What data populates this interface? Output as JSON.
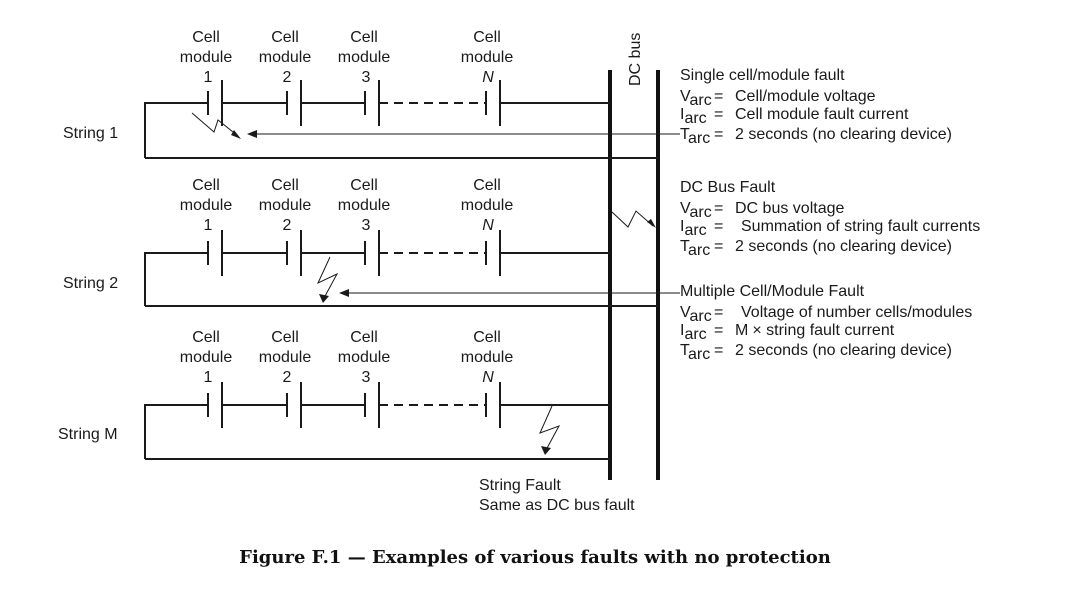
{
  "cell_label": {
    "line1": "Cell",
    "line2": "module"
  },
  "cells": [
    "1",
    "2",
    "3",
    "N"
  ],
  "dc_bus_label": "DC bus",
  "strings": [
    {
      "prefix": "String ",
      "suffix": "1",
      "suffix_italic": false
    },
    {
      "prefix": "String ",
      "suffix": "2",
      "suffix_italic": false
    },
    {
      "prefix": "String ",
      "suffix": "M",
      "suffix_italic": true
    }
  ],
  "faults": [
    {
      "title": "Single cell/module fault",
      "lines": [
        {
          "sym": "V",
          "sub": "arc",
          "eq": "=",
          "text": "Cell/module voltage"
        },
        {
          "sym": "I",
          "sub": "arc",
          "eq": "=",
          "text": "Cell module fault current"
        },
        {
          "sym": "T",
          "sub": "arc",
          "eq": "=",
          "text": "2 seconds (no clearing device)"
        }
      ]
    },
    {
      "title": "DC Bus Fault",
      "lines": [
        {
          "sym": "V",
          "sub": "arc",
          "eq": "=",
          "text": "DC bus voltage"
        },
        {
          "sym": "I",
          "sub": "arc",
          "eq": "=",
          "text": "Summation of string fault currents"
        },
        {
          "sym": "T",
          "sub": "arc",
          "eq": "=",
          "text": "2 seconds (no clearing device)"
        }
      ]
    },
    {
      "title": "Multiple Cell/Module Fault",
      "lines": [
        {
          "sym": "V",
          "sub": "arc",
          "eq": "=",
          "text": "Voltage of number cells/modules"
        },
        {
          "sym": "I",
          "sub": "arc",
          "eq": "=",
          "text_italic": "M",
          "text": "× string fault current"
        },
        {
          "sym": "T",
          "sub": "arc",
          "eq": "=",
          "text": "2 seconds (no clearing device)"
        }
      ]
    }
  ],
  "string_fault": {
    "line1": "String Fault",
    "line2": "Same as DC bus fault"
  },
  "caption": "Figure F.1 — Examples of various faults with no protection"
}
